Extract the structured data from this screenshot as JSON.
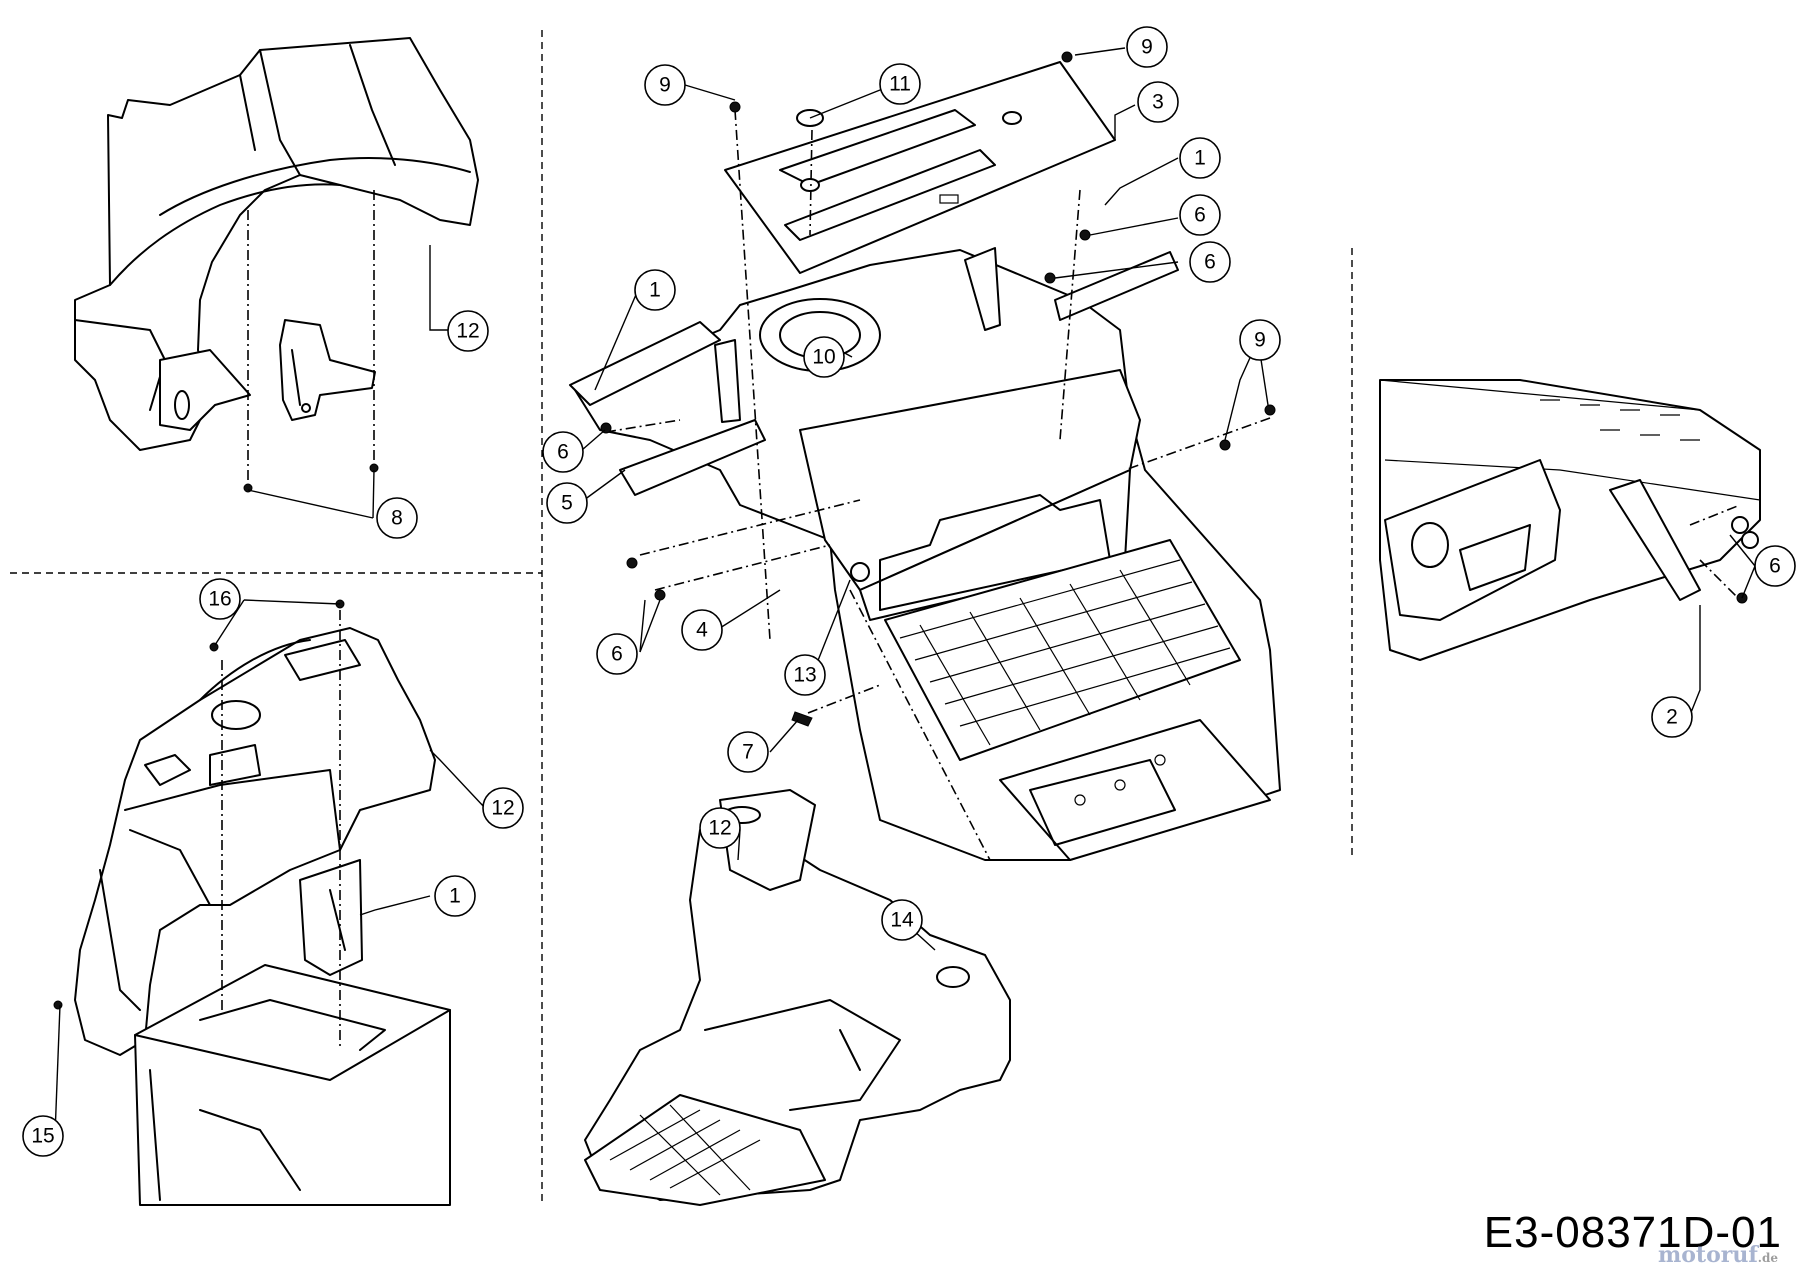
{
  "drawing_code": "E3-08371D-01",
  "watermark": {
    "text": "motoruf",
    "suffix": ".de"
  },
  "callouts": [
    {
      "id": "c-9-top-left",
      "label": "9"
    },
    {
      "id": "c-11",
      "label": "11"
    },
    {
      "id": "c-9-top-right",
      "label": "9"
    },
    {
      "id": "c-3",
      "label": "3"
    },
    {
      "id": "c-1-top",
      "label": "1"
    },
    {
      "id": "c-6-a",
      "label": "6"
    },
    {
      "id": "c-6-b",
      "label": "6"
    },
    {
      "id": "c-1-left",
      "label": "1"
    },
    {
      "id": "c-10",
      "label": "10"
    },
    {
      "id": "c-9-right",
      "label": "9"
    },
    {
      "id": "c-6-left",
      "label": "6"
    },
    {
      "id": "c-5",
      "label": "5"
    },
    {
      "id": "c-4",
      "label": "4"
    },
    {
      "id": "c-6-lower",
      "label": "6"
    },
    {
      "id": "c-13",
      "label": "13"
    },
    {
      "id": "c-7",
      "label": "7"
    },
    {
      "id": "c-12-topleft",
      "label": "12"
    },
    {
      "id": "c-8",
      "label": "8"
    },
    {
      "id": "c-16",
      "label": "16"
    },
    {
      "id": "c-12-midleft",
      "label": "12"
    },
    {
      "id": "c-1-lowerleft",
      "label": "1"
    },
    {
      "id": "c-15",
      "label": "15"
    },
    {
      "id": "c-12-bottom",
      "label": "12"
    },
    {
      "id": "c-14",
      "label": "14"
    },
    {
      "id": "c-6-right",
      "label": "6"
    },
    {
      "id": "c-2",
      "label": "2"
    }
  ]
}
